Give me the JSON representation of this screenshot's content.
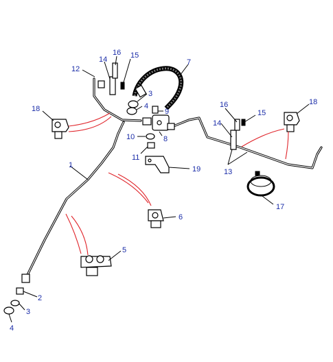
{
  "callouts": {
    "c1": "1",
    "c2": "2",
    "c3a": "3",
    "c3b": "3",
    "c4a": "4",
    "c4b": "4",
    "c5": "5",
    "c6": "6",
    "c7": "7",
    "c8": "8",
    "c9": "9",
    "c10": "10",
    "c11": "11",
    "c12": "12",
    "c13": "13",
    "c14a": "14",
    "c14b": "14",
    "c15a": "15",
    "c15b": "15",
    "c16a": "16",
    "c16b": "16",
    "c17": "17",
    "c18a": "18",
    "c18b": "18",
    "c19": "19"
  },
  "colors": {
    "callout": "#1a2ca8",
    "clip_leader": "#e0242a",
    "line": "#000000"
  }
}
